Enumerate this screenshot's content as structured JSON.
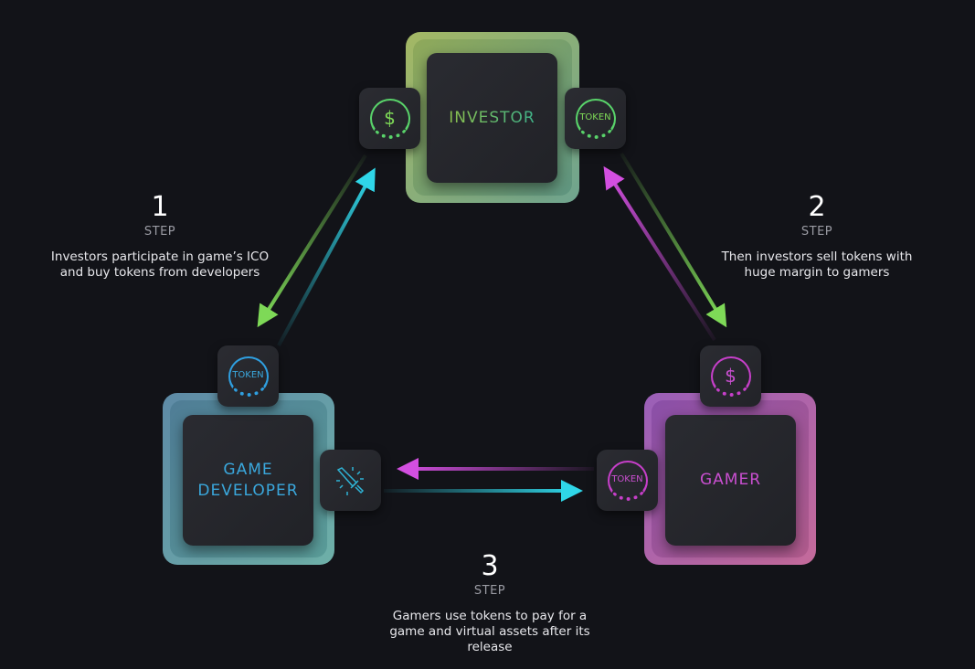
{
  "nodes": {
    "investor": {
      "label": "INVESTOR",
      "left_icon": "dollar-coin-icon",
      "right_icon": "token-coin-icon",
      "left_icon_text": "$",
      "right_icon_text": "TOKEN"
    },
    "developer": {
      "label_line1": "GAME",
      "label_line2": "DEVELOPER",
      "top_icon_text": "TOKEN",
      "right_icon": "sword-icon"
    },
    "gamer": {
      "label": "GAMER",
      "top_icon_text": "$",
      "left_icon_text": "TOKEN"
    }
  },
  "steps": [
    {
      "number": "1",
      "label": "STEP",
      "line1": "Investors participate in game’s ICO",
      "line2": "and buy tokens from developers"
    },
    {
      "number": "2",
      "label": "STEP",
      "line1": "Then investors sell tokens with",
      "line2": "huge margin to gamers"
    },
    {
      "number": "3",
      "label": "STEP",
      "line1": "Gamers use tokens to pay for a",
      "line2": "game and virtual assets after its",
      "line3": "release"
    }
  ],
  "colors": {
    "green": "#7ed957",
    "cyan": "#2fd6e8",
    "magenta": "#d34fe0",
    "background": "#121318"
  }
}
